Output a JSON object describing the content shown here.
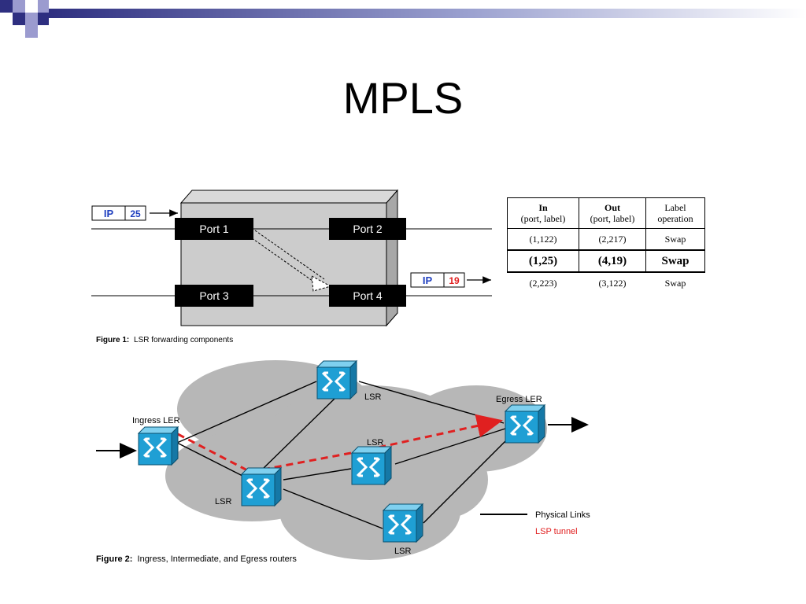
{
  "slide": {
    "title": "MPLS"
  },
  "figure1": {
    "ports": [
      "Port 1",
      "Port 2",
      "Port 3",
      "Port 4"
    ],
    "incoming_packet": {
      "tag": "IP",
      "label": "25"
    },
    "outgoing_packet": {
      "tag": "IP",
      "label": "19"
    },
    "caption_bold": "Figure 1:",
    "caption_text": "LSR forwarding components"
  },
  "table": {
    "headers": [
      {
        "title": "In",
        "sub": "(port, label)"
      },
      {
        "title": "Out",
        "sub": "(port, label)"
      },
      {
        "title": "Label",
        "sub": "operation"
      }
    ],
    "rows": [
      [
        "(1,122)",
        "(2,217)",
        "Swap"
      ],
      [
        "(1,25)",
        "(4,19)",
        "Swap"
      ],
      [
        "(2,223)",
        "(3,122)",
        "Swap"
      ]
    ]
  },
  "figure2": {
    "ingress_label": "Ingress LER",
    "egress_label": "Egress LER",
    "lsr_label": "LSR",
    "legend_physical": "Physical Links",
    "legend_tunnel": "LSP tunnel",
    "caption_bold": "Figure 2:",
    "caption_text": "Ingress, Intermediate, and Egress routers"
  },
  "colors": {
    "deco_navy": "#2e2f80",
    "deco_periwinkle": "#9b9bcf",
    "router_fill": "#1f9fd4",
    "cloud": "#b7b7b7",
    "tunnel": "#e02020",
    "ip_text": "#1f3fbf",
    "label_red": "#e02020"
  }
}
